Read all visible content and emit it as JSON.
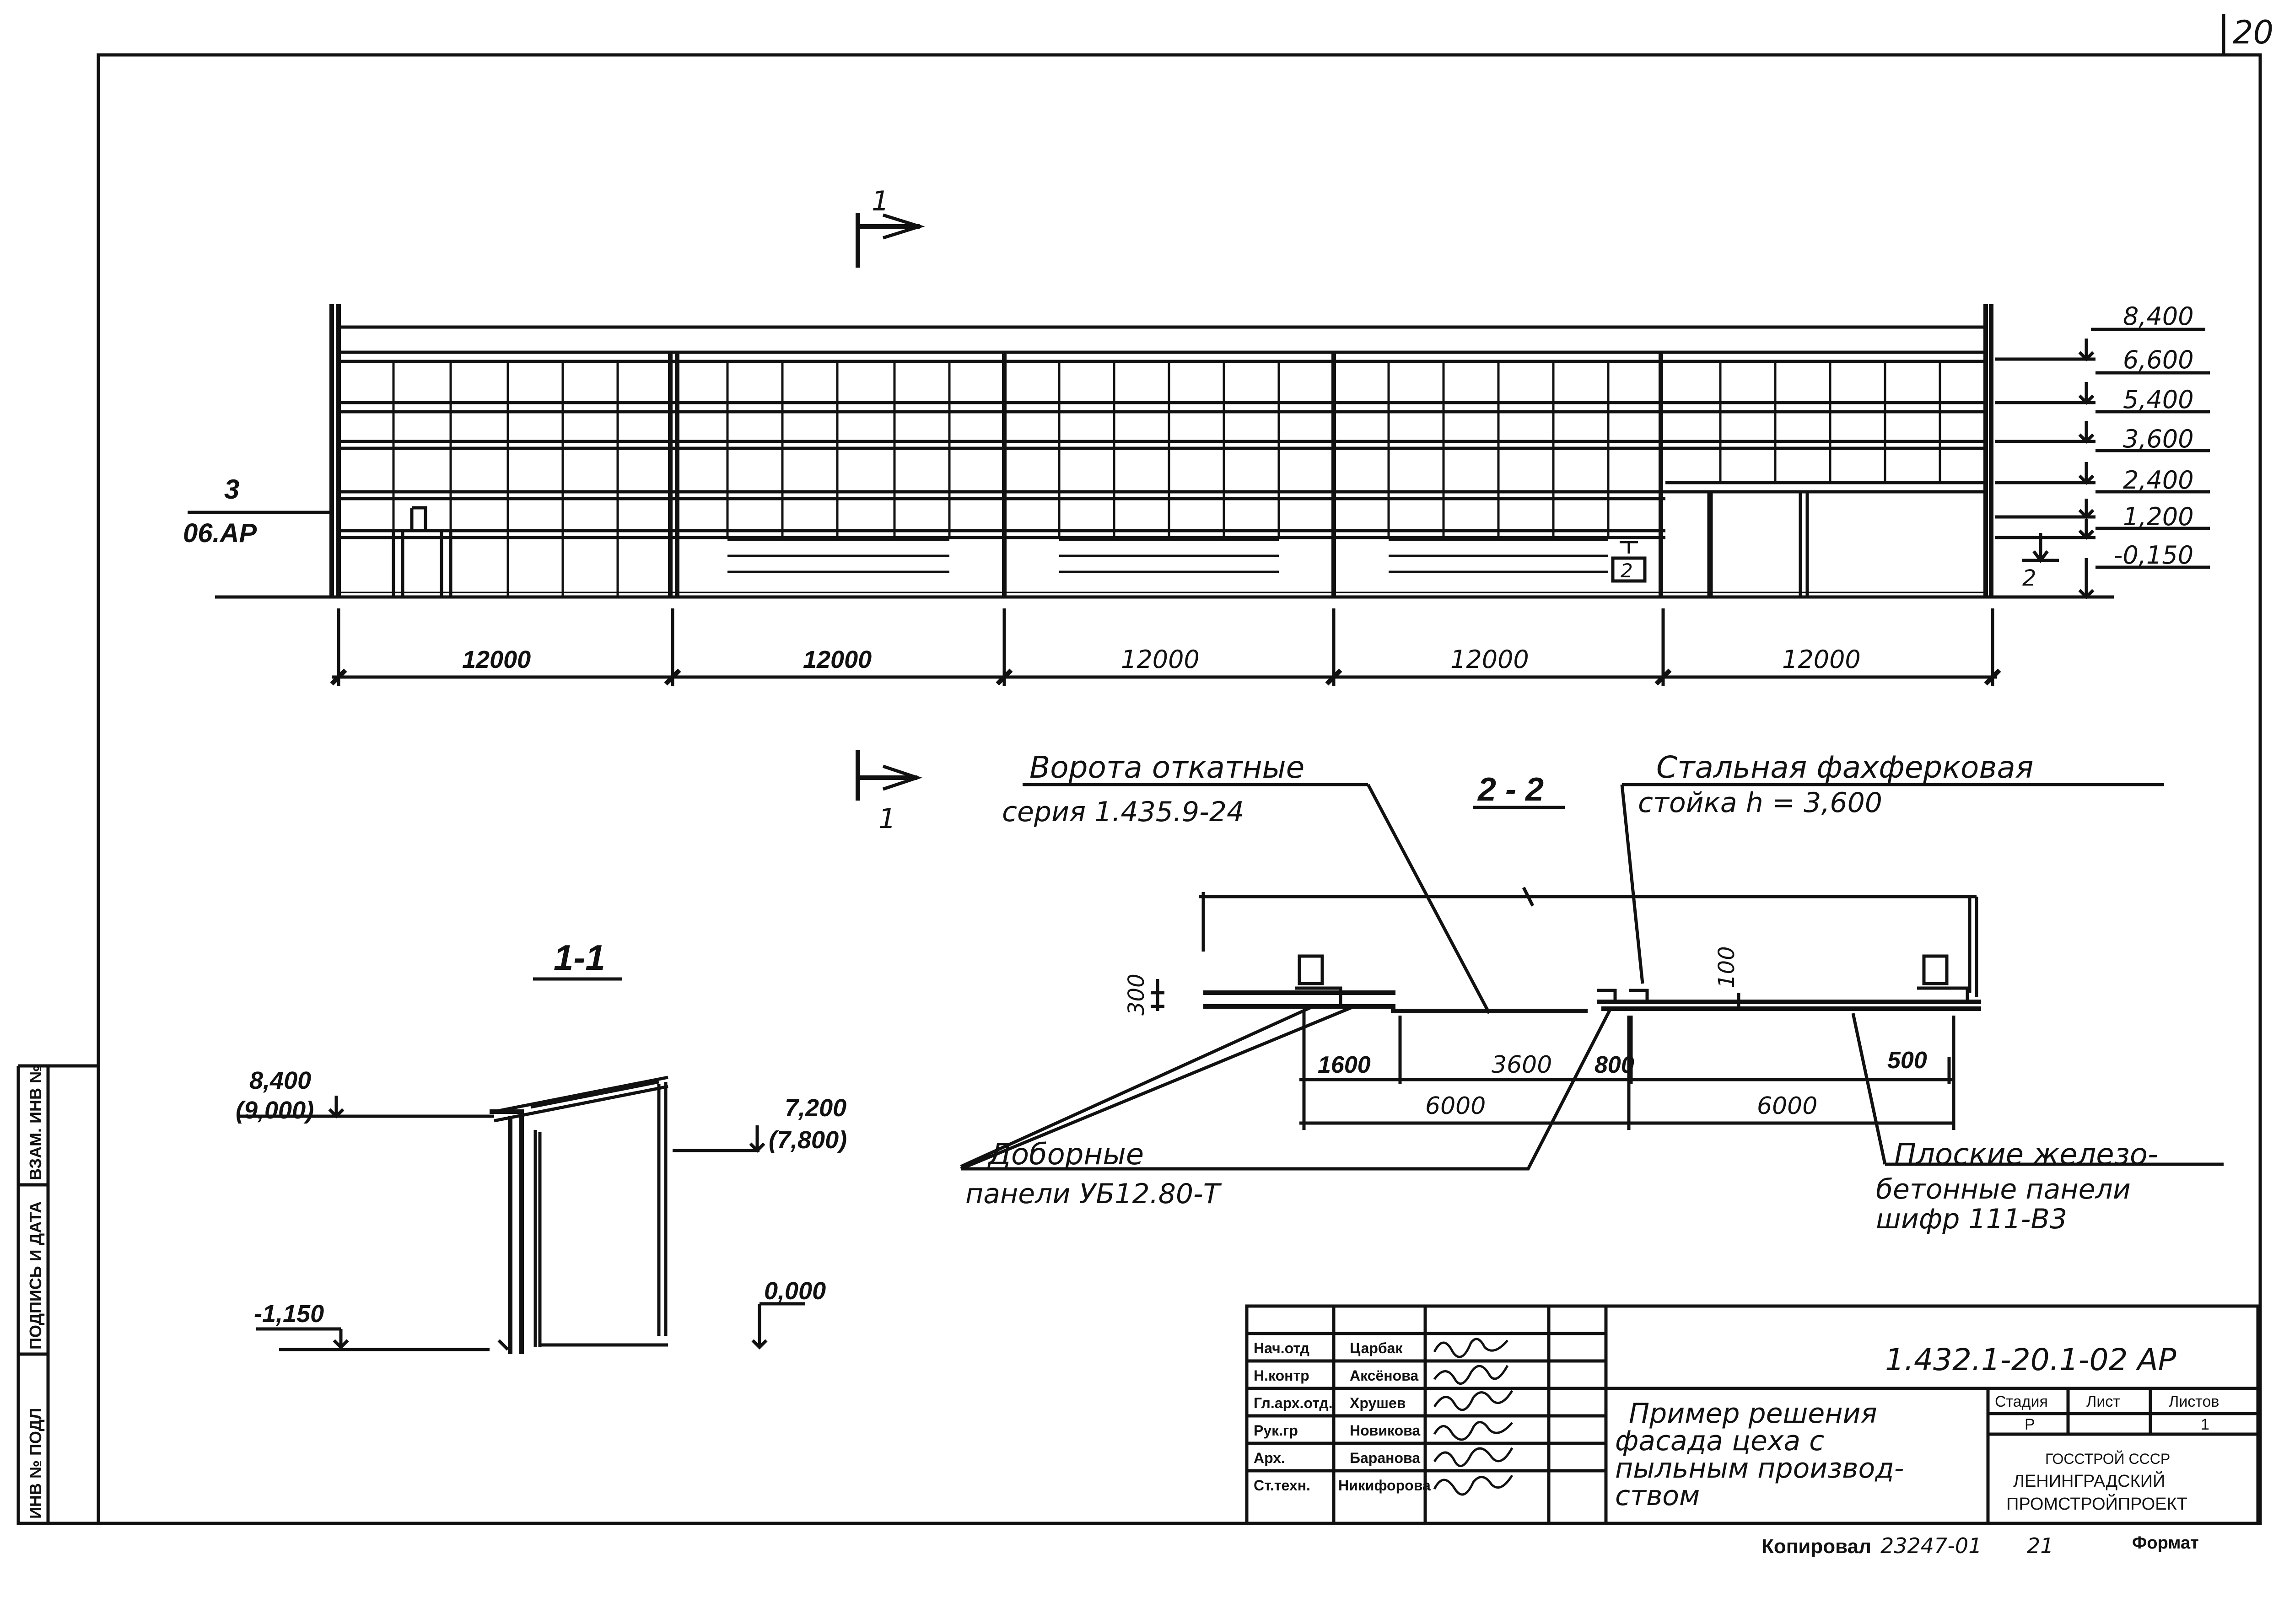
{
  "sheet": {
    "number": "20",
    "copied_by": "Копировал",
    "copy_number": "23247-01",
    "copy_suffix": "21",
    "format_label": "Формат"
  },
  "side_stamp": {
    "inv_orig": "ИНВ № ПОДЛ",
    "sign_date": "ПОДПИСЬ И ДАТА",
    "replace_inv": "ВЗАМ. ИНВ №"
  },
  "facade": {
    "section_mark": "1",
    "callout_num": "3",
    "callout_ref": "06.АР",
    "elevations": [
      "8,400",
      "6,600",
      "5,400",
      "3,600",
      "2,400",
      "1,200",
      "-0,150"
    ],
    "spans": [
      "12000",
      "12000",
      "12000",
      "12000",
      "12000"
    ],
    "marker_2": "2"
  },
  "section_1_1": {
    "title": "1-1",
    "top_left": "8,400",
    "top_left_paren": "(9,000)",
    "top_right": "7,200",
    "top_right_paren": "(7,800)",
    "bottom_left": "-1,150",
    "bottom_right": "0,000"
  },
  "section_2_2": {
    "title": "2 - 2",
    "gate_line1": "Ворота откатные",
    "gate_line2": "серия 1.435.9-24",
    "post_line1": "Стальная фахферковая",
    "post_line2": "стойка h = 3,600",
    "dim_300": "300",
    "dim_100": "100",
    "dim_1600": "1600",
    "dim_3600": "3600",
    "dim_800": "800",
    "dim_500": "500",
    "dim_6000_a": "6000",
    "dim_6000_b": "6000",
    "panels_line1": "Доборные",
    "panels_line2": "панели УБ12.80-Т",
    "flat_line1": "Плоские железо-",
    "flat_line2": "бетонные панели",
    "flat_line3": "шифр 111-В3"
  },
  "title_block": {
    "rows": [
      {
        "role": "Нач.отд",
        "name": "Царбак"
      },
      {
        "role": "Н.контр",
        "name": "Аксёнова"
      },
      {
        "role": "Гл.арх.отд.",
        "name": "Хрушев"
      },
      {
        "role": "Рук.гр",
        "name": "Новикова"
      },
      {
        "role": "Арх.",
        "name": "Баранова"
      },
      {
        "role": "Ст.техн.",
        "name": "Никифорова"
      }
    ],
    "doc_code": "1.432.1-20.1-02 АР",
    "title_l1": "Пример решения",
    "title_l2": "фасада цеха с",
    "title_l3": "пыльным производ-",
    "title_l4": "ством",
    "stage_label": "Стадия",
    "sheet_label": "Лист",
    "sheets_label": "Листов",
    "stage_value": "Р",
    "sheets_value": "1",
    "org_l1": "ГОССТРОЙ СССР",
    "org_l2": "ЛЕНИНГРАДСКИЙ",
    "org_l3": "ПРОМСТРОЙПРОЕКТ"
  }
}
